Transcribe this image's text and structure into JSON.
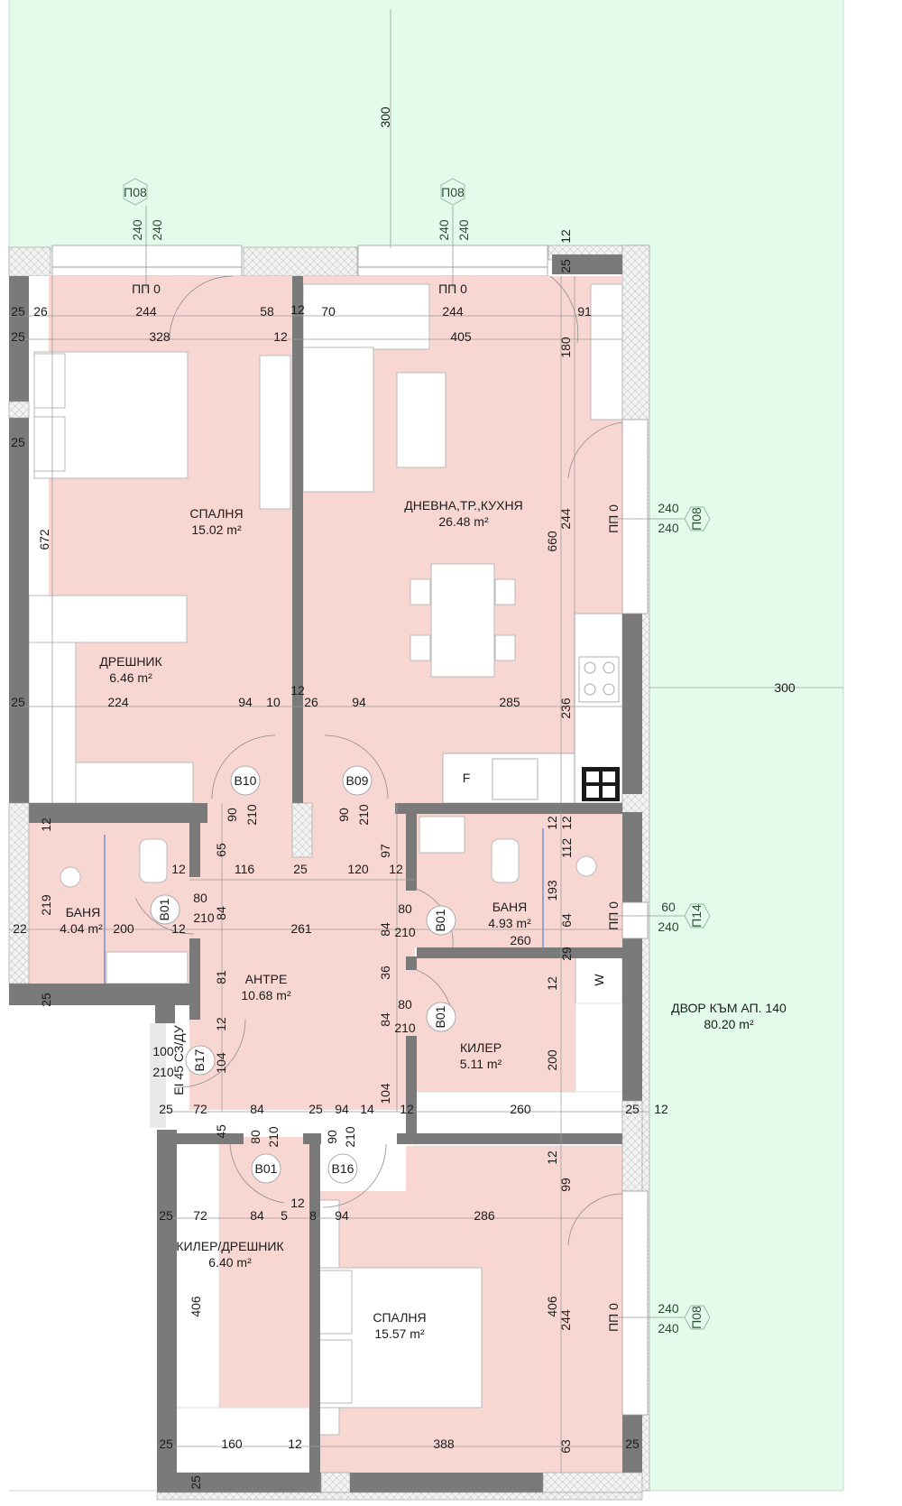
{
  "plan": {
    "colors": {
      "room": "#f8d6d2",
      "yard": "#e2fbea",
      "wall": "#7a7a7a",
      "furniture": "#ffffff"
    },
    "rooms": [
      {
        "id": "bedroom1",
        "name": "СПАЛНЯ",
        "area": "15.02 m²"
      },
      {
        "id": "living",
        "name": "ДНЕВНА,ТР.,КУХНЯ",
        "area": "26.48 m²"
      },
      {
        "id": "wardrobe1",
        "name": "ДРЕШНИК",
        "area": "6.46 m²"
      },
      {
        "id": "bath1",
        "name": "БАНЯ",
        "area": "4.04 m²"
      },
      {
        "id": "hall",
        "name": "АНТРЕ",
        "area": "10.68 m²"
      },
      {
        "id": "bath2",
        "name": "БАНЯ",
        "area": "4.93 m²"
      },
      {
        "id": "pantry",
        "name": "КИЛЕР",
        "area": "5.11 m²"
      },
      {
        "id": "storage",
        "name": "КИЛЕР/ДРЕШНИК",
        "area": "6.40 m²"
      },
      {
        "id": "bedroom2",
        "name": "СПАЛНЯ",
        "area": "15.57 m²"
      },
      {
        "id": "yard",
        "name": "ДВОР КЪМ АП. 140",
        "area": "80.20 m²"
      }
    ],
    "window_tags": [
      {
        "code": "П08",
        "w": "240",
        "h": "240",
        "sill": "ПП 0"
      },
      {
        "code": "П08",
        "w": "240",
        "h": "240",
        "sill": "ПП 0"
      },
      {
        "code": "П08",
        "w": "240",
        "h": "240",
        "sill": "ПП 0"
      },
      {
        "code": "П14",
        "w": "60",
        "h": "240",
        "sill": "ПП 0"
      },
      {
        "code": "П08",
        "w": "240",
        "h": "240",
        "sill": "ПП 0"
      }
    ],
    "door_tags": [
      {
        "code": "В10",
        "w": "90",
        "h": "210"
      },
      {
        "code": "В09",
        "w": "90",
        "h": "210"
      },
      {
        "code": "В01",
        "w": "80",
        "h": "210"
      },
      {
        "code": "В01",
        "w": "80",
        "h": "210"
      },
      {
        "code": "В01",
        "w": "80",
        "h": "210"
      },
      {
        "code": "В17",
        "w": "100",
        "h": "210",
        "note": "EI 45 СЗ/ДУ"
      },
      {
        "code": "В01",
        "w": "80",
        "h": "210"
      },
      {
        "code": "В16",
        "w": "90",
        "h": "210"
      }
    ],
    "appliances": {
      "fridge": "F",
      "washer": "W"
    },
    "dimensions": {
      "yard_top": "300",
      "yard_right": "300",
      "corner_12": "12",
      "corner_25": "25",
      "row1": [
        "25",
        "26",
        "244",
        "58",
        "12",
        "70",
        "244",
        "91"
      ],
      "row2": [
        "25",
        "328",
        "12",
        "405"
      ],
      "right_v": [
        "180",
        "244",
        "660",
        "236"
      ],
      "left_v": [
        "25",
        "672"
      ],
      "row3": [
        "25",
        "224",
        "94",
        "10",
        "12",
        "26",
        "94",
        "285"
      ],
      "bath1": [
        "12",
        "65",
        "12",
        "116",
        "25",
        "120",
        "12",
        "97",
        "219",
        "22",
        "200",
        "12",
        "84",
        "261",
        "84",
        "25"
      ],
      "bath2": [
        "12",
        "12",
        "112",
        "193",
        "64",
        "29",
        "260",
        "36",
        "12"
      ],
      "hall": [
        "81",
        "12",
        "104",
        "84",
        "200"
      ],
      "row4": [
        "25",
        "72",
        "84",
        "25",
        "94",
        "14",
        "104",
        "12",
        "260",
        "25",
        "12",
        "45"
      ],
      "row5": [
        "25",
        "72",
        "84",
        "5",
        "12",
        "8",
        "94",
        "286",
        "12",
        "99"
      ],
      "bottom_v": [
        "406",
        "406",
        "244",
        "63"
      ],
      "row6": [
        "25",
        "160",
        "12",
        "388",
        "25",
        "25"
      ]
    }
  }
}
